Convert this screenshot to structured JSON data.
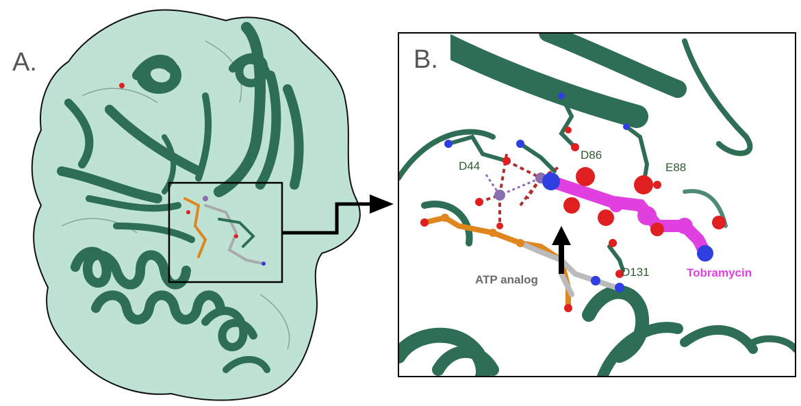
{
  "panels": {
    "a": {
      "letter": "A."
    },
    "b": {
      "letter": "B."
    }
  },
  "residues": {
    "d44": "D44",
    "d86": "D86",
    "e88": "E88",
    "d131": "D131"
  },
  "ligands": {
    "atp": {
      "label": "ATP analog",
      "color": "#6b6b6b"
    },
    "tobramycin": {
      "label": "Tobramycin",
      "color": "#e040e0"
    }
  },
  "colors": {
    "protein": "#2e6e55",
    "surface": "#a8d8c6",
    "oxygen": "#e02020",
    "nitrogen": "#3040e0",
    "phosphate": "#e0861e",
    "metal": "#8a6fb0",
    "hbond": "#b03030"
  }
}
